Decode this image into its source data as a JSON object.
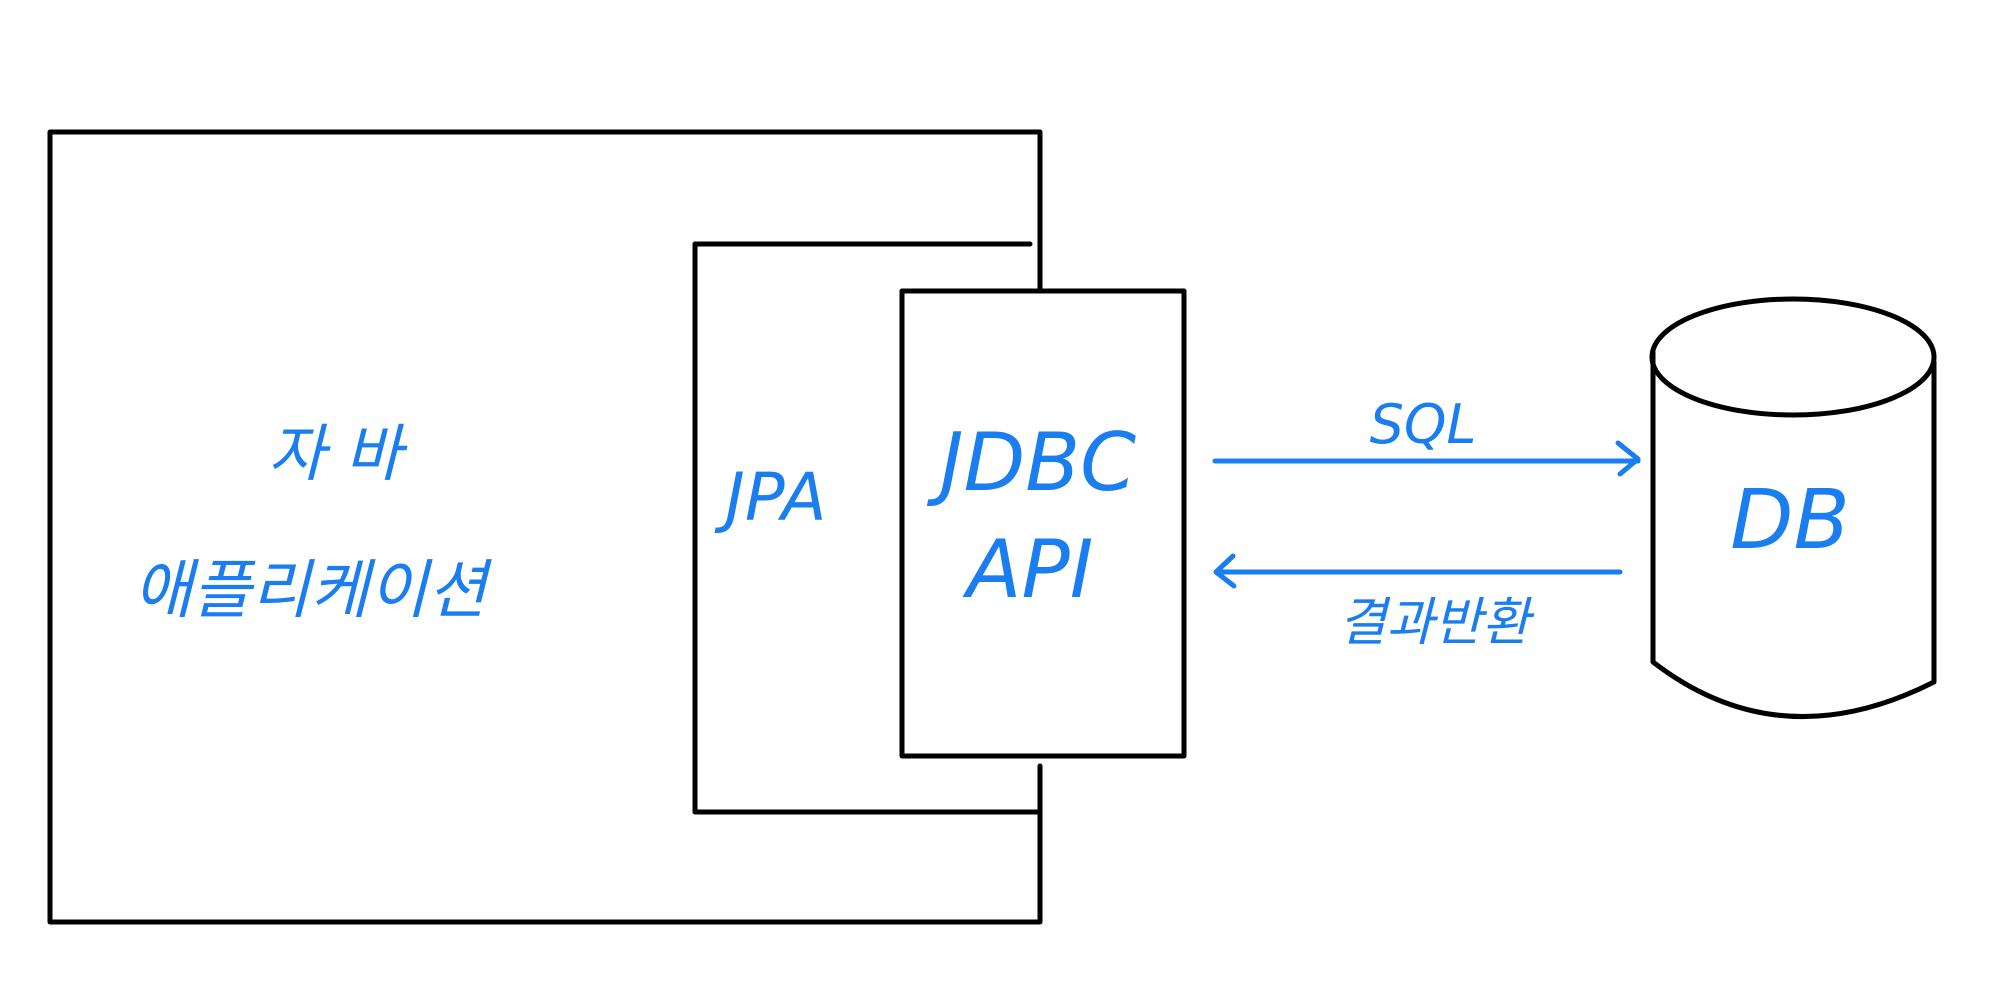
{
  "colors": {
    "ink": "#000000",
    "accent": "#1a7df0",
    "background": "#ffffff"
  },
  "java_app": {
    "line1": "자 바",
    "line2": "애플리케이션"
  },
  "jpa": {
    "label": "JPA"
  },
  "jdbc": {
    "line1": "JDBC",
    "line2": "API"
  },
  "db": {
    "label": "DB"
  },
  "arrows": {
    "request_label": "SQL",
    "response_label": "결과반환"
  }
}
